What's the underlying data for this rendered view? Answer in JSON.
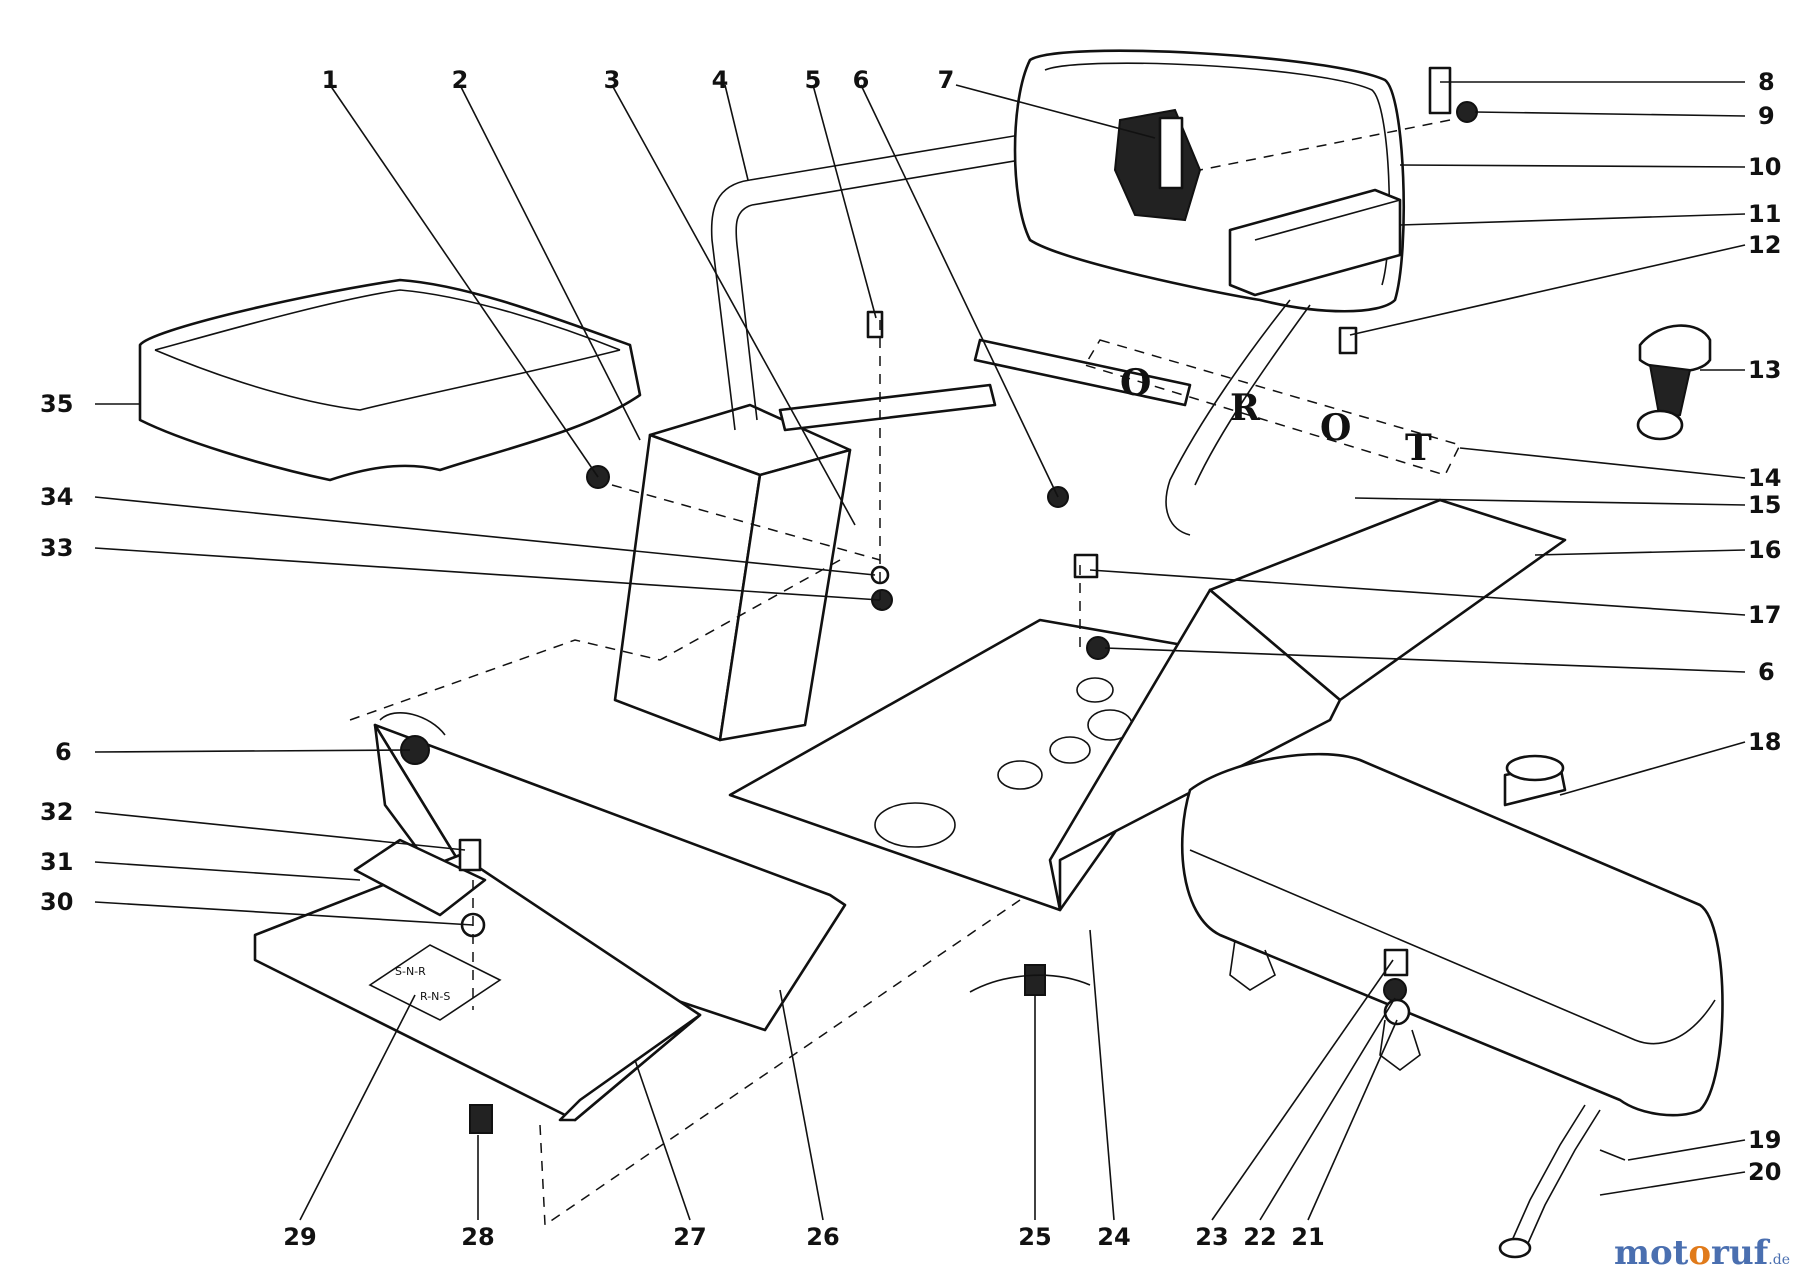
{
  "callouts": {
    "c1": "1",
    "c2": "2",
    "c3": "3",
    "c4": "4",
    "c5": "5",
    "c6a": "6",
    "c7": "7",
    "c8": "8",
    "c9": "9",
    "c10": "10",
    "c11": "11",
    "c12": "12",
    "c13": "13",
    "c14": "14",
    "c15": "15",
    "c16": "16",
    "c17": "17",
    "c6b": "6",
    "c18": "18",
    "c19": "19",
    "c20": "20",
    "c21": "21",
    "c22": "22",
    "c23": "23",
    "c24": "24",
    "c25": "25",
    "c26": "26",
    "c27": "27",
    "c28": "28",
    "c29": "29",
    "c30": "30",
    "c31": "31",
    "c32": "32",
    "c6c": "6",
    "c33": "33",
    "c34": "34",
    "c35": "35"
  },
  "decal": {
    "l1": "O",
    "l2": "R",
    "l3": "O",
    "l4": "T"
  },
  "plate": {
    "top": "S-N-R",
    "bottom": "R-N-S"
  },
  "watermark": {
    "main_1": "mot",
    "main_o": "o",
    "main_2": "ruf",
    "suffix": ".de"
  }
}
